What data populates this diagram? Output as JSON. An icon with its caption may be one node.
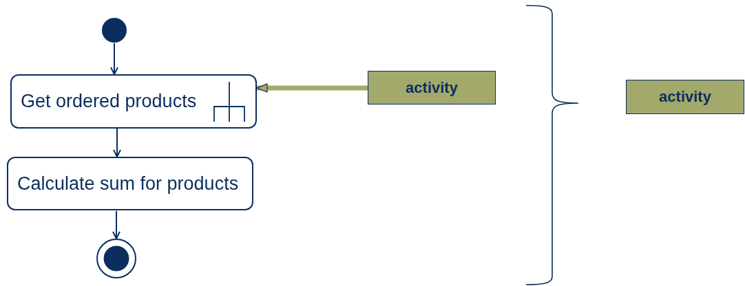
{
  "diagram": {
    "nodes": [
      {
        "text": [],
        "shape": "circle"
      },
      {
        "text": [
          "Get ordered products"
        ]
      },
      {
        "text": [
          "Calculate sum for products"
        ]
      },
      {
        "text": [],
        "shape": "circle"
      },
      {
        "text": [
          "activity"
        ]
      },
      {
        "text": [
          "activity"
        ]
      }
    ],
    "edges": [
      {
        "from": 0,
        "to": 1,
        "arrow": "to"
      },
      {
        "from": 1,
        "to": 2,
        "arrow": "to"
      },
      {
        "from": 2,
        "to": 3,
        "arrow": "to"
      },
      {
        "from": 4,
        "to": 1,
        "arrow": "to",
        "style": "thick",
        "color": "#a3a86b"
      }
    ]
  }
}
